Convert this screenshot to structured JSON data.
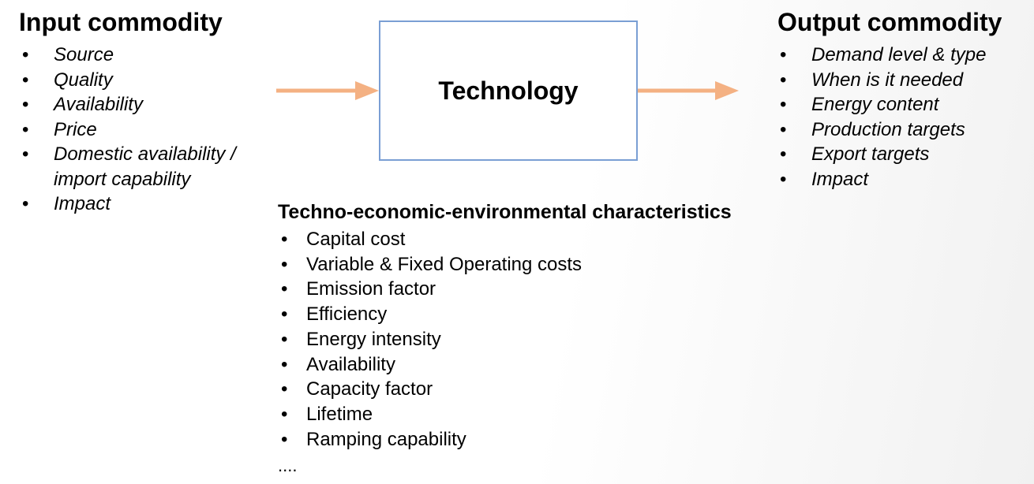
{
  "input": {
    "heading": "Input commodity",
    "items": [
      "Source",
      "Quality",
      "Availability",
      "Price",
      "Domestic availability / import capability",
      "Impact"
    ]
  },
  "technology": {
    "label": "Technology"
  },
  "output": {
    "heading": "Output commodity",
    "items": [
      "Demand level & type",
      "When is it needed",
      "Energy content",
      "Production targets",
      "Export targets",
      "Impact"
    ]
  },
  "characteristics": {
    "heading": "Techno-economic-environmental characteristics",
    "items": [
      "Capital cost",
      "Variable & Fixed Operating costs",
      "Emission factor",
      "Efficiency",
      "Energy intensity",
      "Availability",
      "Capacity factor",
      "Lifetime",
      "Ramping capability"
    ],
    "ellipsis": "...."
  },
  "bullet": "•",
  "colors": {
    "arrow": "#f4b183",
    "box_border": "#7a9fd4"
  }
}
